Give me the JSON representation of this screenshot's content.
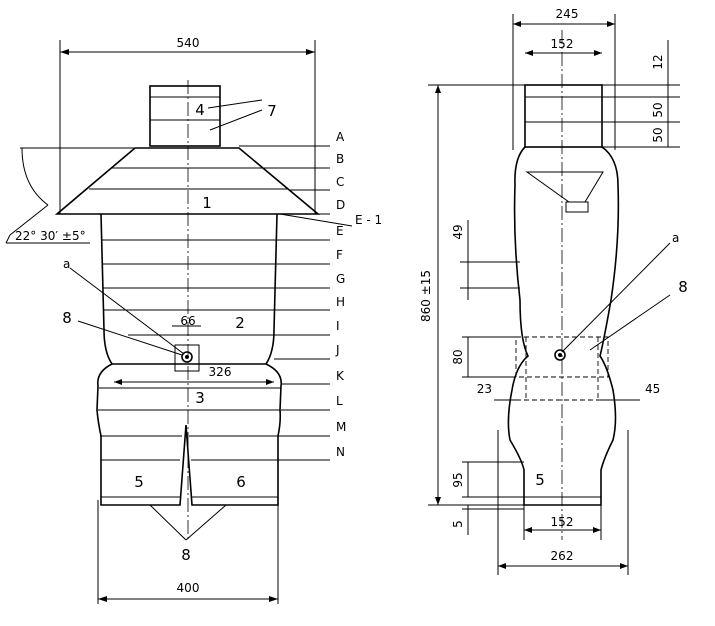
{
  "front": {
    "dimensions": {
      "overall_width": "540",
      "lower_width": "400",
      "mid_width": "326",
      "small_box": "66",
      "angle": "22° 30′ ±5°"
    },
    "slices": [
      "A",
      "B",
      "C",
      "D",
      "E",
      "F",
      "G",
      "H",
      "I",
      "J",
      "K",
      "L",
      "M",
      "N"
    ],
    "slice_note": "E - 1",
    "callouts": {
      "neck": "4",
      "lifting": "7",
      "chest": "1",
      "plate": "2",
      "hips": "3",
      "left_leg": "5",
      "right_leg": "6",
      "pivot": "8",
      "legs_marker": "8",
      "pivot_ref": "a"
    }
  },
  "side": {
    "dimensions": {
      "top_width": "245",
      "neck_width": "152",
      "leg_width": "152",
      "base_width": "262",
      "height": "860 ±15",
      "neck_top": "12",
      "neck_mid": "50",
      "neck_low": "50",
      "chest_gap": "49",
      "pivot_gap": "80",
      "pivot_left": "23",
      "pivot_right": "45",
      "leg_height": "95",
      "foot": "5"
    },
    "callouts": {
      "pivot": "8",
      "leg": "5",
      "pivot_ref": "a"
    }
  }
}
